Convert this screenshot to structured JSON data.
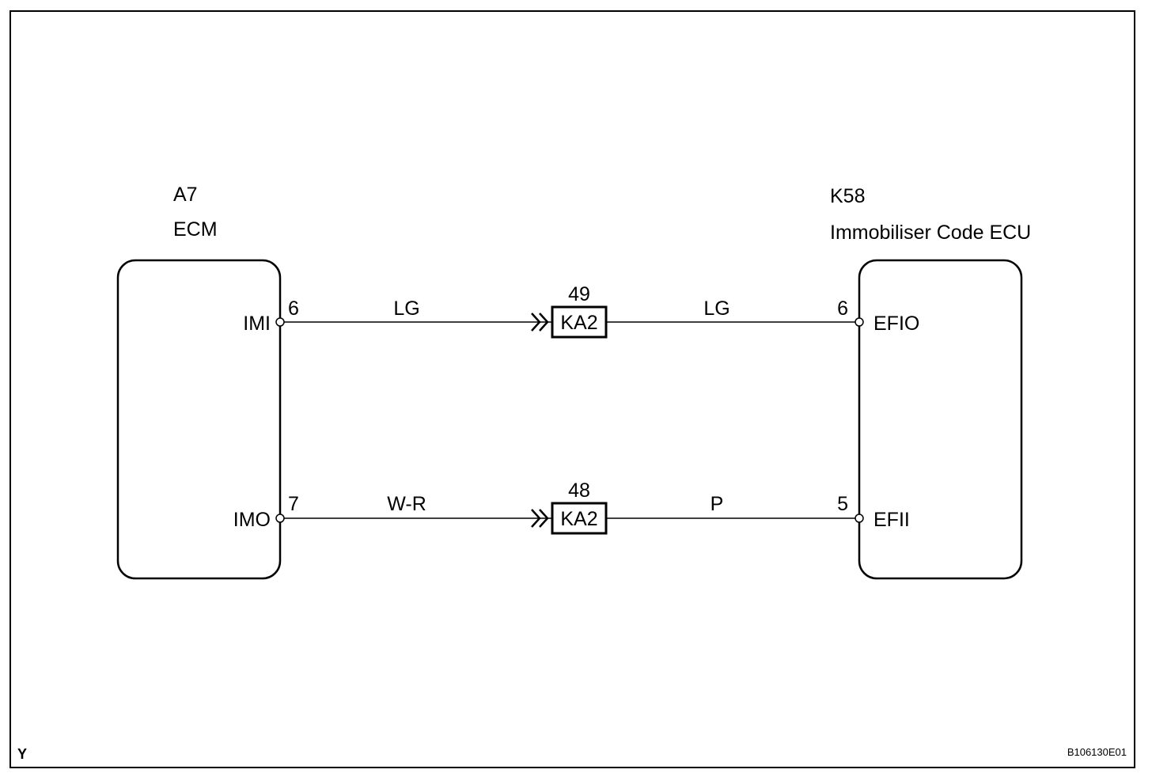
{
  "figure": {
    "corner_mark": "Y",
    "figure_id": "B106130E01"
  },
  "ecm": {
    "code": "A7",
    "name": "ECM",
    "pin_imi": {
      "terminal": "IMI",
      "number": "6"
    },
    "pin_imo": {
      "terminal": "IMO",
      "number": "7"
    }
  },
  "immobiliser_ecu": {
    "code": "K58",
    "name": "Immobiliser Code ECU",
    "pin_efio": {
      "terminal": "EFIO",
      "number": "6"
    },
    "pin_efii": {
      "terminal": "EFII",
      "number": "5"
    }
  },
  "wires": {
    "upper": {
      "left_color": "LG",
      "right_color": "LG"
    },
    "lower": {
      "left_color": "W-R",
      "right_color": "P"
    }
  },
  "connectors": {
    "upper": {
      "name": "KA2",
      "pin": "49"
    },
    "lower": {
      "name": "KA2",
      "pin": "48"
    }
  }
}
